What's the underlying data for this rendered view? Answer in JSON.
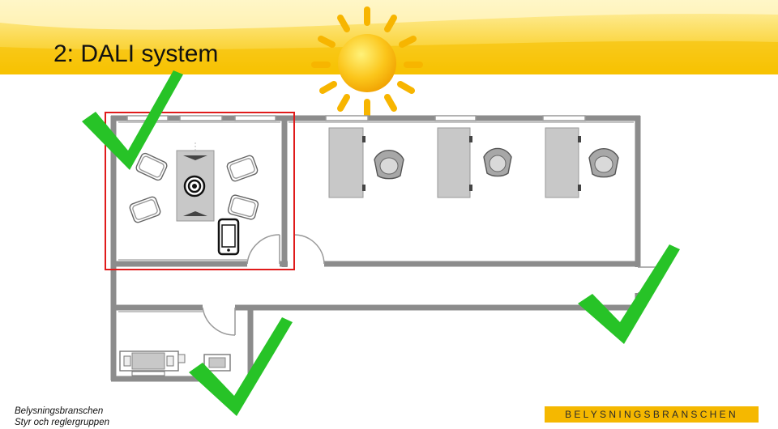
{
  "slide": {
    "title": "2: DALI system"
  },
  "footer": {
    "org_line1": "Belysningsbranschen",
    "org_line2": "Styr och reglergruppen",
    "brand_text": "BELYSNINGSBRANSCHEN"
  },
  "icons": [
    "sun-icon",
    "check-mark-icon",
    "phone-icon",
    "speaker-icon",
    "chair-icon",
    "desk-icon",
    "door-icon"
  ],
  "colors": {
    "header_yellow": "#f7c400",
    "sun": "#f5b000",
    "check_green": "#27c327",
    "highlight_red": "#e01b1b",
    "wall_gray": "#8c8c8c",
    "furniture_gray": "#c8c8c8"
  }
}
